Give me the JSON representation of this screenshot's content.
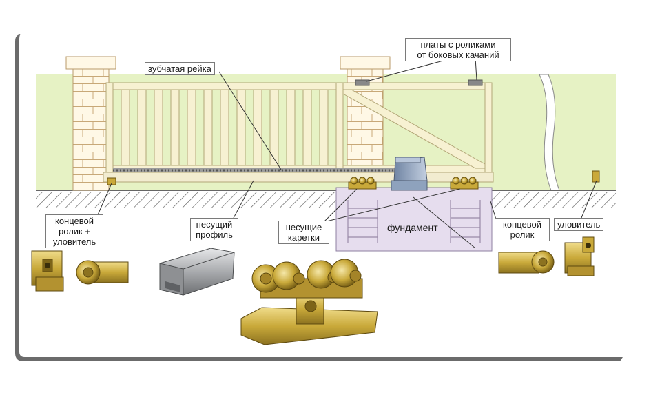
{
  "labels": {
    "gear_rack": "зубчатая рейка",
    "side_plates_line1": "платы с роликами",
    "side_plates_line2": "от боковых качаний",
    "end_roller_catcher_line1": "концевой",
    "end_roller_catcher_line2": "ролик +",
    "end_roller_catcher_line3": "уловитель",
    "support_profile_line1": "несущий",
    "support_profile_line2": "профиль",
    "carriages_line1": "несущие",
    "carriages_line2": "каретки",
    "foundation": "фундамент",
    "end_roller_line1": "концевой",
    "end_roller_line2": "ролик",
    "catcher": "уловитель"
  },
  "colors": {
    "grass": "#e6f2c4",
    "brick_fill": "#fff8e6",
    "brick_line": "#c8a878",
    "gate_frame": "#f7f1d2",
    "foundation": "#e6ddee",
    "gold": "#c9a93a",
    "steel": "#a9abae",
    "motor": "#8ea2bd"
  }
}
